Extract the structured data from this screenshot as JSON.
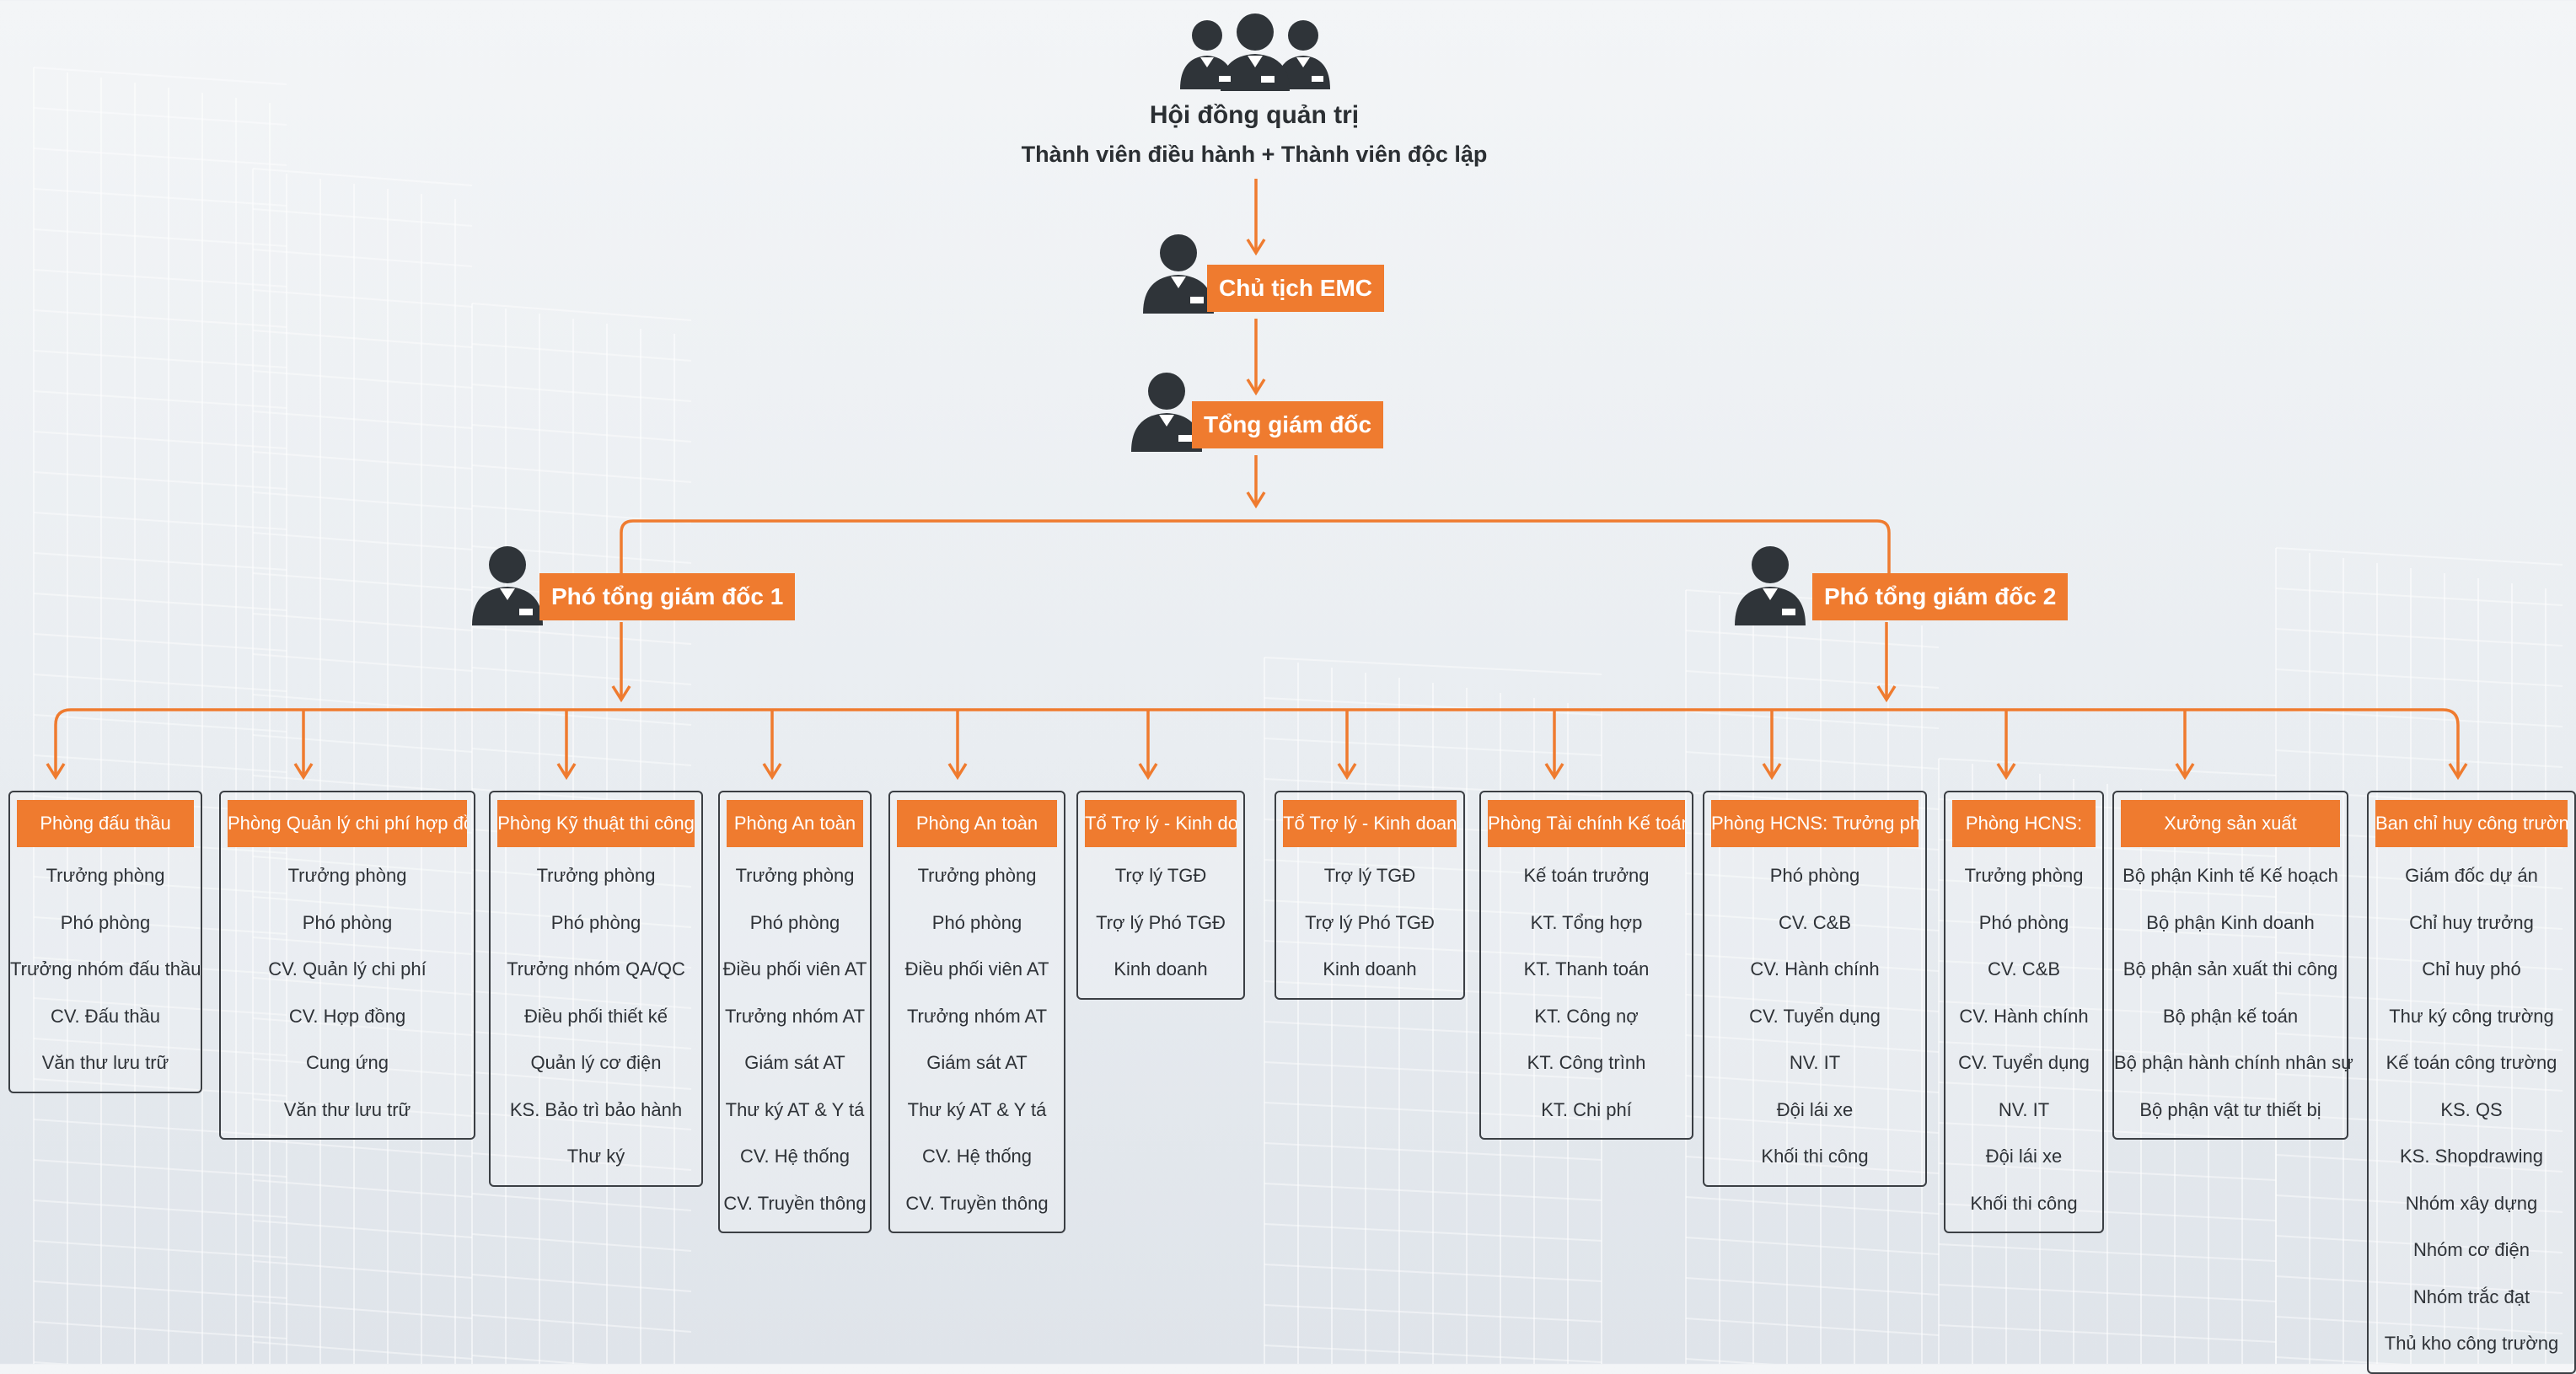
{
  "board": {
    "title": "Hội đồng quản trị",
    "subtitle": "Thành viên điều hành + Thành viên độc lập",
    "icon": "group-of-people-icon"
  },
  "chairman": {
    "label": "Chủ tịch EMC",
    "icon": "person-icon"
  },
  "ceo": {
    "label": "Tổng giám đốc",
    "icon": "person-icon"
  },
  "deputies": [
    {
      "label": "Phó tổng giám đốc 1",
      "icon": "person-icon"
    },
    {
      "label": "Phó tổng giám đốc 2",
      "icon": "person-icon"
    }
  ],
  "departments": [
    {
      "title": "Phòng đấu thầu",
      "items": [
        "Trưởng phòng",
        "Phó phòng",
        "Trưởng nhóm đấu thầu",
        "CV. Đấu thầu",
        "Văn thư lưu trữ"
      ]
    },
    {
      "title": "Phòng Quản lý chi phí hợp đồng",
      "items": [
        "Trưởng phòng",
        "Phó phòng",
        "CV. Quản lý chi phí",
        "CV. Hợp đồng",
        "Cung ứng",
        "Văn thư lưu trữ"
      ]
    },
    {
      "title": "Phòng Kỹ thuật thi công",
      "items": [
        "Trưởng phòng",
        "Phó phòng",
        "Trưởng nhóm QA/QC",
        "Điều phối thiết kế",
        "Quản lý cơ điện",
        "KS. Bảo trì bảo hành",
        "Thư ký"
      ]
    },
    {
      "title": "Phòng An toàn",
      "items": [
        "Trưởng phòng",
        "Phó phòng",
        "Điều phối viên AT",
        "Trưởng nhóm AT",
        "Giám sát AT",
        "Thư ký AT & Y tá",
        "CV. Hệ thống",
        "CV. Truyền thông"
      ]
    },
    {
      "title": "Phòng An toàn",
      "items": [
        "Trưởng phòng",
        "Phó phòng",
        "Điều phối viên AT",
        "Trưởng nhóm AT",
        "Giám sát AT",
        "Thư ký AT & Y tá",
        "CV. Hệ thống",
        "CV. Truyền thông"
      ]
    },
    {
      "title": "Tổ Trợ lý - Kinh doanh",
      "items": [
        "Trợ lý TGĐ",
        "Trợ lý Phó TGĐ",
        "Kinh doanh"
      ]
    },
    {
      "title": "Tổ Trợ lý - Kinh doanh",
      "items": [
        "Trợ lý TGĐ",
        "Trợ lý Phó TGĐ",
        "Kinh doanh"
      ]
    },
    {
      "title": "Phòng Tài chính Kế toán:",
      "items": [
        "Kế toán trưởng",
        "KT. Tổng hợp",
        "KT. Thanh toán",
        "KT. Công nợ",
        "KT. Công trình",
        "KT. Chi phí"
      ]
    },
    {
      "title": "Phòng HCNS: Trưởng phòng",
      "items": [
        "Phó phòng",
        "CV. C&B",
        "CV. Hành chính",
        "CV. Tuyển dụng",
        "NV. IT",
        "Đội lái xe",
        "Khối thi công"
      ]
    },
    {
      "title": "Phòng HCNS:",
      "items": [
        "Trưởng phòng",
        "Phó phòng",
        "CV. C&B",
        "CV. Hành chính",
        "CV. Tuyển dụng",
        "NV. IT",
        "Đội lái xe",
        "Khối thi công"
      ]
    },
    {
      "title": "Xưởng sản xuất",
      "items": [
        "Bộ phận Kinh tế Kế hoạch",
        "Bộ phận Kinh doanh",
        "Bộ phận sản xuất thi công",
        "Bộ phận kế toán",
        "Bộ phận hành chính nhân sự",
        "Bộ phận vật tư thiết bị"
      ]
    },
    {
      "title": "Ban chỉ huy công trường",
      "items": [
        "Giám đốc dự án",
        "Chỉ huy trưởng",
        "Chỉ huy phó",
        "Thư ký công trường",
        "Kế toán công trường",
        "KS. QS",
        "KS. Shopdrawing",
        "Nhóm xây dựng",
        "Nhóm cơ điện",
        "Nhóm trắc đạt",
        "Thủ kho công trường"
      ]
    }
  ],
  "colors": {
    "accent": "#ef7b2f",
    "text": "#2b2f33",
    "border": "#3b3f44",
    "icon": "#2f3439"
  }
}
